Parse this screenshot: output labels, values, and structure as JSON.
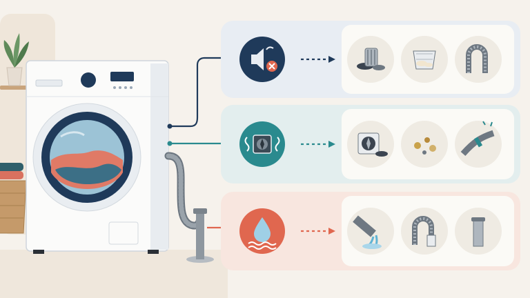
{
  "colors": {
    "background": "#f6f2ec",
    "navy": "#1f3a5a",
    "teal": "#2a8a8e",
    "coral": "#e0674f",
    "panel_blue": "#e8edf3",
    "panel_teal": "#e3eeee",
    "panel_coral": "#f8e6df",
    "card": "#fbfaf6"
  },
  "washer": {
    "icons": [
      "potted-plant-icon",
      "washing-machine-icon",
      "drain-hose-icon",
      "drain-standpipe-icon",
      "laundry-basket-icon",
      "folded-towels-icon"
    ]
  },
  "rows": [
    {
      "id": "noise",
      "accent": "navy",
      "symptom_icon": "speaker-muted-icon",
      "cause_icons": [
        "drain-pump-filter-icon",
        "lint-filter-basket-icon",
        "bent-drain-pipe-icon"
      ]
    },
    {
      "id": "vibration",
      "accent": "teal",
      "symptom_icon": "vibrating-pump-icon",
      "cause_icons": [
        "drain-pump-icon",
        "coins-debris-icon",
        "clamped-hose-icon"
      ]
    },
    {
      "id": "leak",
      "accent": "coral",
      "symptom_icon": "water-drop-icon",
      "cause_icons": [
        "leaking-pipe-icon",
        "hose-loop-icon",
        "standpipe-icon"
      ]
    }
  ]
}
